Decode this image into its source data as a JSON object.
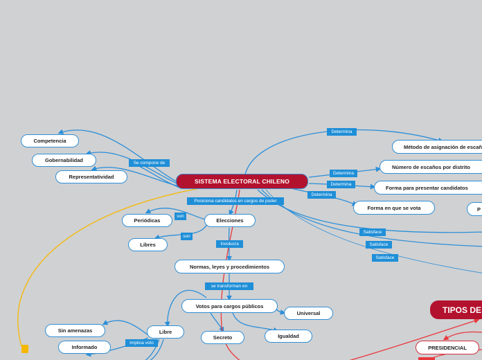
{
  "root": {
    "title": "SISTEMA ELECTORAL CHILENO"
  },
  "nodes": {
    "competencia": "Competencia",
    "gobernabilidad": "Gobernabilidad",
    "representatividad": "Representatividad",
    "periodicas": "Periódicas",
    "libres": "Libres",
    "elecciones": "Elecciones",
    "normas": "Normas, leyes y procedimientos",
    "votos": "Votos para cargos públicos",
    "universal": "Universal",
    "igualdad": "Igualdad",
    "secreto": "Secreto",
    "libre": "Libre",
    "sin_amenazas": "Sin amenazas",
    "informado": "Informado",
    "metodo": "Método de asignación de escaños",
    "numero": "Número de escaños por distrito",
    "forma_candidatos": "Forma para presentar candidatos",
    "forma_vota": "Forma en que se vota",
    "p_partial": "P"
  },
  "labels": {
    "se_compone": "Se compone de",
    "posiciona": "Posiciona candidatos en cargos de poder",
    "son1": "son",
    "son2": "son",
    "involucra": "Involucra",
    "se_transforman": "se transforman en",
    "implica_voto": "Implica voto",
    "determina1": "Determina",
    "determina2": "Determina",
    "determina3": "Determina",
    "determina4": "Determina",
    "satisface1": "Satisface",
    "satisface2": "Satisface",
    "satisface3": "Satisface"
  },
  "tipos": {
    "title": "TIPOS DE"
  },
  "presidencial": {
    "label": "PRESIDENCIAL"
  },
  "colors": {
    "background": "#d0d1d3",
    "connector_blue": "#2b8fd8",
    "connector_red": "#e8383d",
    "connector_yellow": "#f5b800",
    "root_fill": "#b3122e",
    "label_fill": "#1f8fd8"
  }
}
